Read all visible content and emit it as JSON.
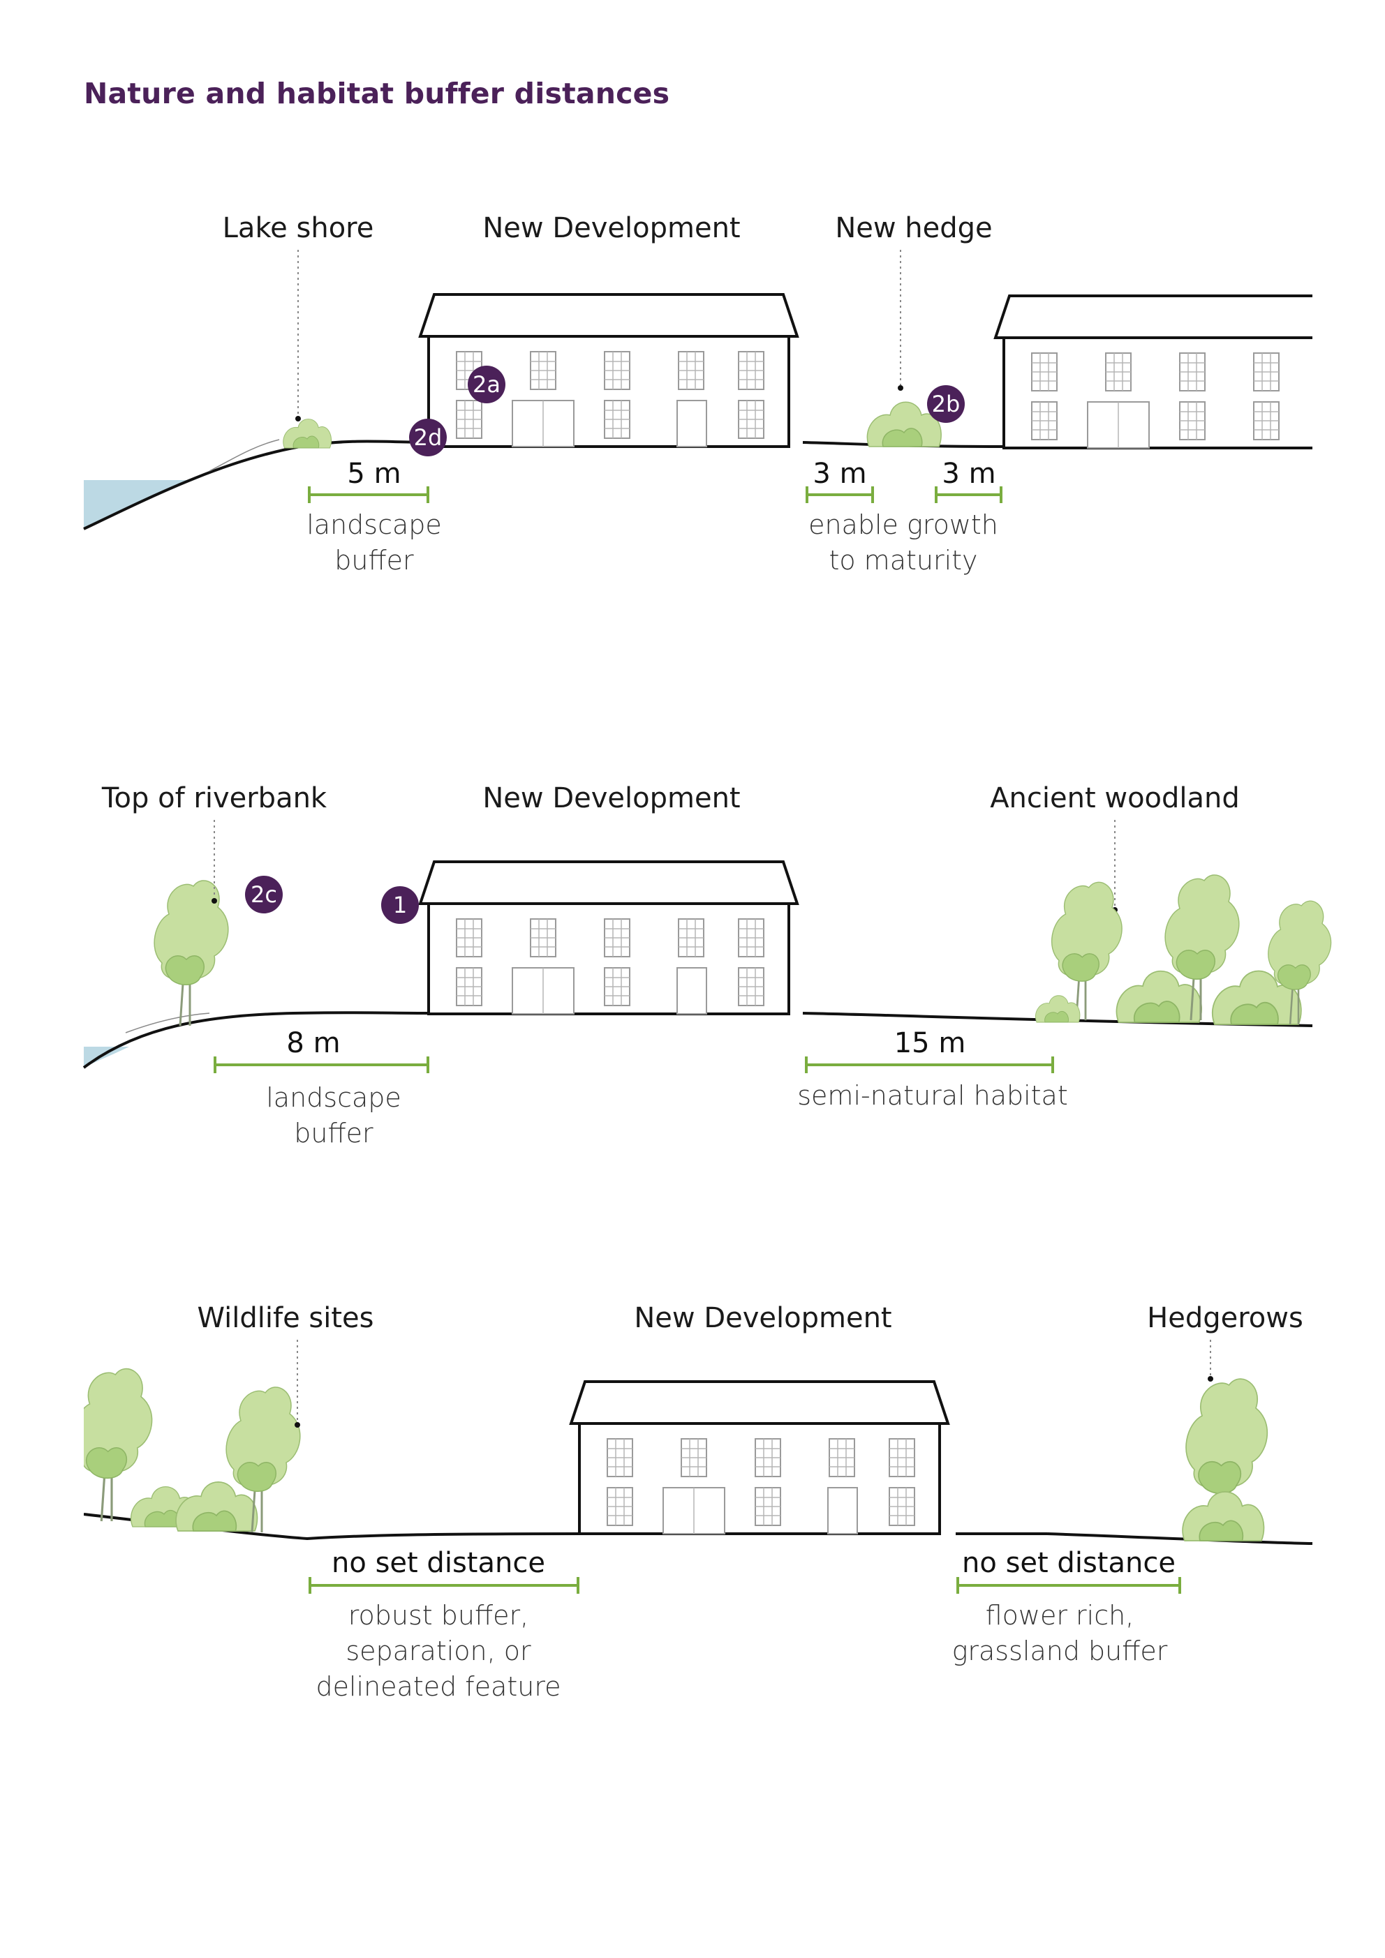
{
  "title": "Nature and habitat buffer distances",
  "colors": {
    "title": "#4b2159",
    "dimension": "#7aad3f",
    "badge": "#4b2159",
    "vegetation": "#c7dfa0",
    "water": "#bcd9e4"
  },
  "section1": {
    "labels": {
      "lake_shore": "Lake shore",
      "new_development": "New Development",
      "new_hedge": "New hedge"
    },
    "badges": {
      "a": "2a",
      "b": "2b",
      "d": "2d"
    },
    "dim1": {
      "value": "5 m",
      "desc1": "landscape",
      "desc2": "buffer"
    },
    "dim2": {
      "value": "3 m"
    },
    "dim3": {
      "value": "3 m"
    },
    "dim23_desc": {
      "line1": "enable growth",
      "line2": "to maturity"
    }
  },
  "section2": {
    "labels": {
      "riverbank": "Top of riverbank",
      "new_development": "New Development",
      "woodland": "Ancient woodland"
    },
    "badges": {
      "c": "2c",
      "one": "1"
    },
    "dim1": {
      "value": "8 m",
      "desc1": "landscape",
      "desc2": "buffer"
    },
    "dim2": {
      "value": "15 m",
      "desc1": "semi-natural habitat"
    }
  },
  "section3": {
    "labels": {
      "wildlife": "Wildlife sites",
      "new_development": "New Development",
      "hedgerows": "Hedgerows"
    },
    "dim1": {
      "value": "no set distance",
      "desc1": "robust buffer,",
      "desc2": "separation, or",
      "desc3": "delineated feature"
    },
    "dim2": {
      "value": "no set distance",
      "desc1": "flower rich,",
      "desc2": "grassland buffer"
    }
  }
}
